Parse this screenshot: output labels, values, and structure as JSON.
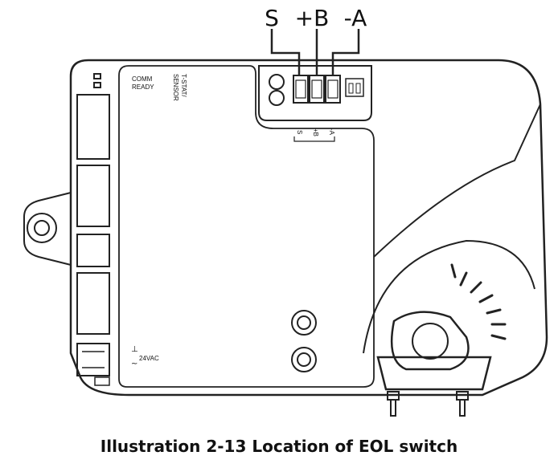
{
  "top_terminal_labels": [
    "S",
    "+B",
    "-A"
  ],
  "panel_labels": {
    "comm": "COMM",
    "ready": "READY",
    "tstat": "T-STAT/",
    "sensor": "SENSOR",
    "power_ground": "⊥",
    "power_tilde": "~",
    "power_label": "24VAC"
  },
  "block_labels": [
    "S",
    "+B",
    "-A"
  ],
  "caption": "Illustration 2-13 Location of EOL switch"
}
